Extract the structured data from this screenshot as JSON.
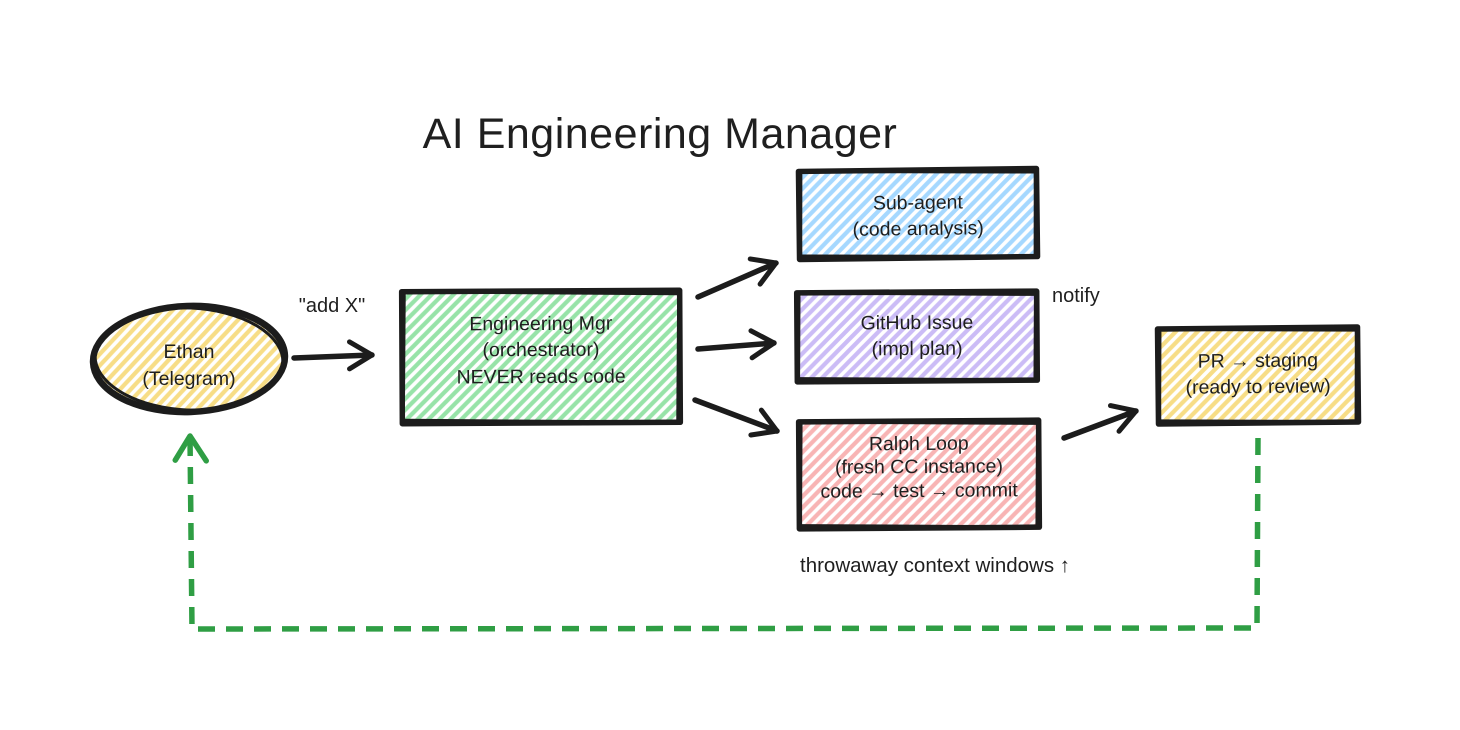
{
  "title": "AI Engineering Manager",
  "labels": {
    "add_x": "\"add X\"",
    "notify": "notify",
    "throwaway_note": "throwaway context windows ↑"
  },
  "nodes": {
    "ethan": {
      "shape": "ellipse",
      "fill": "yellow",
      "lines": [
        "Ethan",
        "(Telegram)"
      ]
    },
    "engineering_mgr": {
      "shape": "rectangle",
      "fill": "green",
      "lines": [
        "Engineering Mgr",
        "(orchestrator)",
        "NEVER reads code"
      ]
    },
    "sub_agent": {
      "shape": "rectangle",
      "fill": "blue",
      "lines": [
        "Sub-agent",
        "(code analysis)"
      ]
    },
    "github_issue": {
      "shape": "rectangle",
      "fill": "purple",
      "lines": [
        "GitHub Issue",
        "(impl plan)"
      ]
    },
    "ralph_loop": {
      "shape": "rectangle",
      "fill": "red",
      "lines": [
        "Ralph Loop",
        "(fresh CC instance)",
        "code → test → commit"
      ]
    },
    "pr_staging": {
      "shape": "rectangle",
      "fill": "yellow",
      "lines": [
        "PR → staging",
        "(ready to review)"
      ]
    }
  },
  "edges": [
    {
      "from": "ethan",
      "to": "engineering_mgr",
      "style": "solid",
      "label": "\"add X\""
    },
    {
      "from": "engineering_mgr",
      "to": "sub_agent",
      "style": "solid",
      "label": ""
    },
    {
      "from": "engineering_mgr",
      "to": "github_issue",
      "style": "solid",
      "label": "notify"
    },
    {
      "from": "engineering_mgr",
      "to": "ralph_loop",
      "style": "solid",
      "label": ""
    },
    {
      "from": "ralph_loop",
      "to": "pr_staging",
      "style": "solid",
      "label": ""
    },
    {
      "from": "pr_staging",
      "to": "ethan",
      "style": "dashed-green",
      "label": ""
    }
  ],
  "colors": {
    "stroke": "#1c1c1c",
    "hatch_yellow": "#f7dd86",
    "hatch_green": "#97e3a8",
    "hatch_blue": "#a5d8ff",
    "hatch_purple": "#cbbcf6",
    "hatch_red": "#f8b4b4",
    "label_gray": "#9a9fa5",
    "note_orange": "#e8590c",
    "loop_green": "#2f9e44",
    "title_color": "#1f1f1f"
  }
}
